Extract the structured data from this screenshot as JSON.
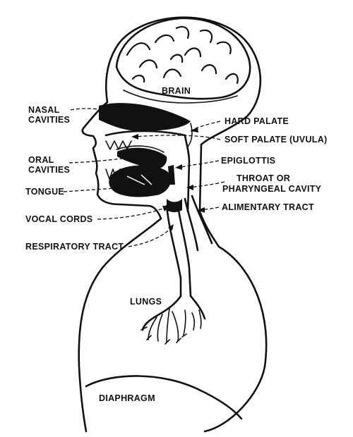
{
  "labels": {
    "brain": "BRAIN",
    "nasal_cavities": [
      "NASAL",
      "CAVITIES"
    ],
    "hard_palate": "HARD PALATE",
    "soft_palate": "SOFT PALATE (UVULA)",
    "oral_cavities": [
      "ORAL",
      "CAVITIES"
    ],
    "epiglottis": "EPIGLOTTIS",
    "throat": [
      "THROAT OR",
      "PHARYNGEAL CAVITY"
    ],
    "tongue": "TONGUE",
    "alimentary_tract": "ALIMENTARY TRACT",
    "vocal_cords": "VOCAL CORDS",
    "respiratory_tract": "RESPIRATORY TRACT",
    "lungs": "LUNGS",
    "diaphragm": "DIAPHRAGM"
  }
}
